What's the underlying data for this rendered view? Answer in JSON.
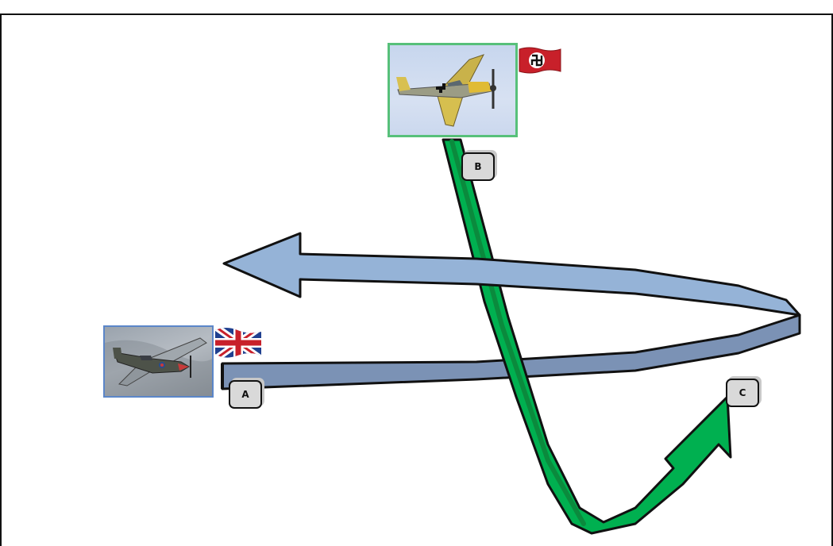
{
  "diagram": {
    "labels": {
      "a": "A",
      "b": "B",
      "c": "C"
    },
    "photos": {
      "a": "fighter-plane-a-photo",
      "b": "fighter-plane-b-photo"
    },
    "flags": {
      "a": "union-jack-flag",
      "b": "red-flag-with-emblem"
    },
    "arrows": {
      "blue": {
        "from": "A",
        "fill": "#95b3d7",
        "shadow": "#7b92b5"
      },
      "green": {
        "from": "B",
        "to": "C",
        "fill": "#00b050",
        "shadow": "#0b8a3d"
      }
    }
  }
}
